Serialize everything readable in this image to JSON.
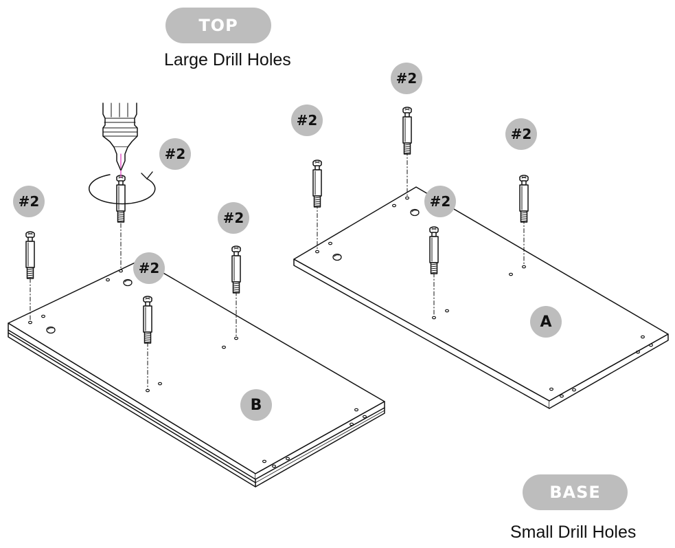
{
  "labels": {
    "top_tag": "TOP",
    "top_caption": "Large Drill Holes",
    "base_tag": "BASE",
    "base_caption": "Small Drill Holes",
    "panel_b": "B",
    "panel_a": "A",
    "step": "#2"
  },
  "colors": {
    "badge": "#bdbdbd",
    "line": "#111111",
    "bit_highlight": "#e040c0"
  },
  "icons": [
    "screwdriver-icon",
    "rotation-arrow-icon",
    "cam-bolt-icon"
  ]
}
